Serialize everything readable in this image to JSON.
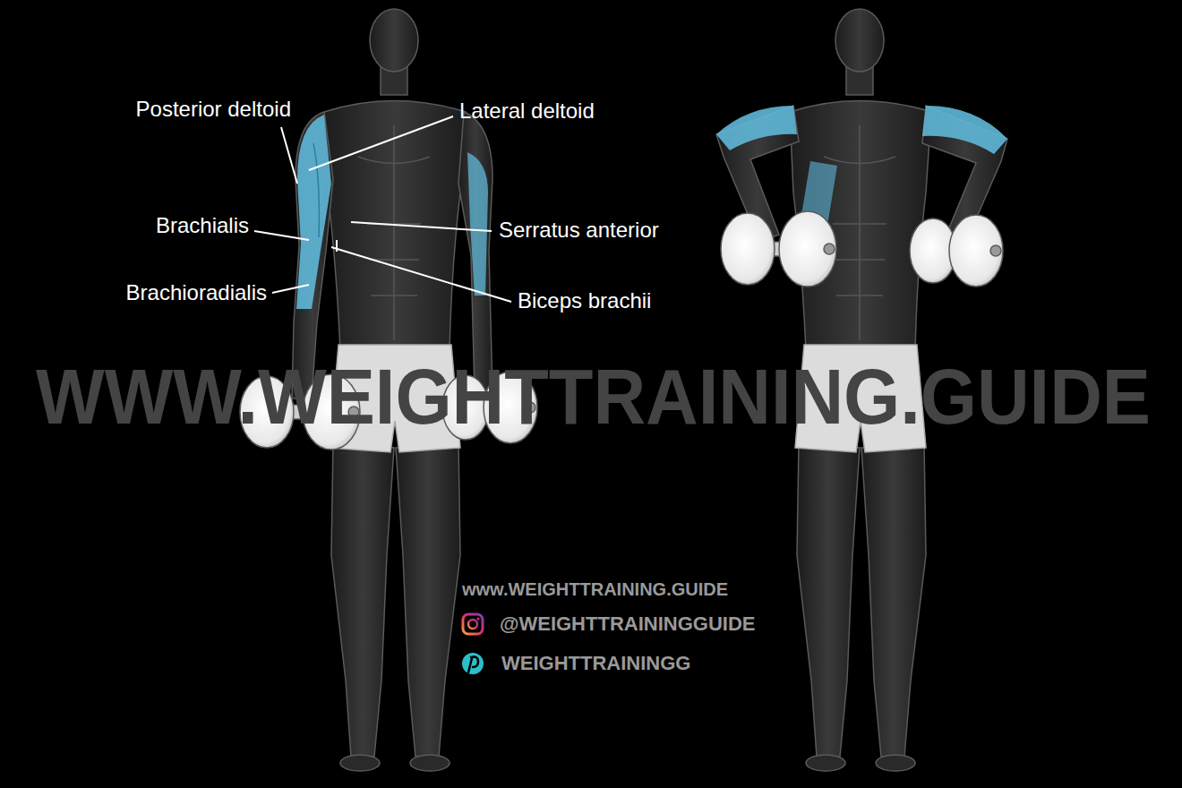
{
  "diagram": {
    "labels": [
      "Posterior deltoid",
      "Lateral deltoid",
      "Brachialis",
      "Serratus anterior",
      "Brachioradialis",
      "Biceps brachii",
      "WWW.WEIGHTTRAINING.GUIDE",
      "www.WEIGHTTRAINING.GUIDE",
      "@WEIGHTTRAININGGUIDE",
      "WEIGHTTRAININGG"
    ]
  }
}
